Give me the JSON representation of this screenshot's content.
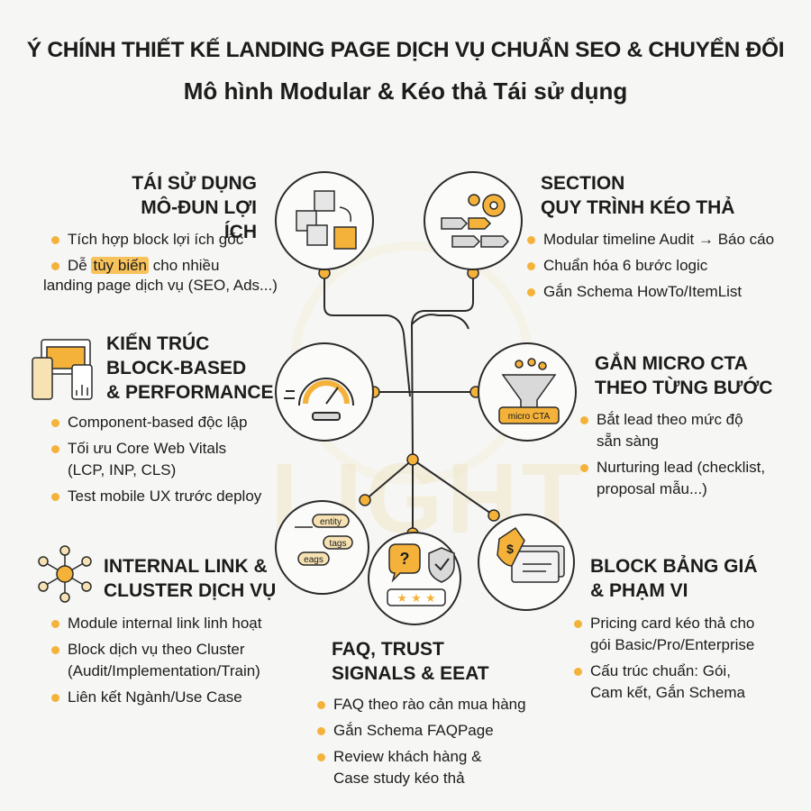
{
  "title": {
    "line1": "Ý CHÍNH THIẾT KẾ LANDING PAGE DỊCH VỤ CHUẨN SEO & CHUYỂN ĐỔI",
    "line2": "Mô hình Modular & Kéo thả Tái sử dụng"
  },
  "watermark": "LIGHT",
  "sections": {
    "reuse": {
      "heading": [
        "TÁI SỬ DỤNG",
        "MÔ-ĐUN LỢI ÍCH"
      ],
      "bullets": [
        "Tích hợp block lợi ích gốc",
        "Dễ ",
        "tùy biến",
        " cho nhiều",
        "landing page dịch vụ (SEO, Ads...)"
      ]
    },
    "process": {
      "heading": [
        "SECTION",
        "QUY TRÌNH KÉO THẢ"
      ],
      "bullets": [
        "Modular timeline Audit → Báo cáo",
        "Chuẩn hóa 6 bước logic",
        "Gắn Schema HowTo/ItemList"
      ]
    },
    "architecture": {
      "heading": [
        "KIẾN TRÚC",
        "BLOCK-BASED",
        "& PERFORMANCE"
      ],
      "bullets": [
        "Component-based độc lập",
        "Tối ưu Core Web Vitals",
        "(LCP, INP, CLS)",
        "Test mobile UX trước deploy"
      ]
    },
    "micro_cta": {
      "heading": [
        "GẮN MICRO CTA",
        "THEO TỪNG BƯỚC"
      ],
      "bullets": [
        "Bắt lead theo mức độ",
        "sẵn sàng",
        "Nurturing lead (checklist,",
        "proposal mẫu...)"
      ],
      "icon_label": "micro CTA"
    },
    "internal_link": {
      "heading": [
        "INTERNAL LINK &",
        "CLUSTER DỊCH VỤ"
      ],
      "bullets": [
        "Module internal link linh hoạt",
        "Block dịch vụ theo Cluster",
        "(Audit/Implementation/Train)",
        "Liên kết Ngành/Use Case"
      ]
    },
    "pricing": {
      "heading": [
        "BLOCK BẢNG GIÁ",
        "& PHẠM VI"
      ],
      "bullets": [
        "Pricing card kéo thả cho",
        "gói Basic/Pro/Enterprise",
        "Cấu trúc chuẩn: Gói,",
        "Cam kết, Gắn Schema"
      ]
    },
    "faq": {
      "heading": [
        "FAQ, TRUST",
        "SIGNALS & EEAT"
      ],
      "bullets": [
        "FAQ theo rào cản mua hàng",
        "Gắn Schema FAQPage",
        "Review khách hàng &",
        "Case study kéo thả"
      ]
    },
    "tags": {
      "labels": [
        "entity",
        "tags",
        "eags"
      ]
    }
  },
  "colors": {
    "accent": "#f4b23a",
    "line": "#2a2a2a",
    "background": "#f6f6f4"
  }
}
